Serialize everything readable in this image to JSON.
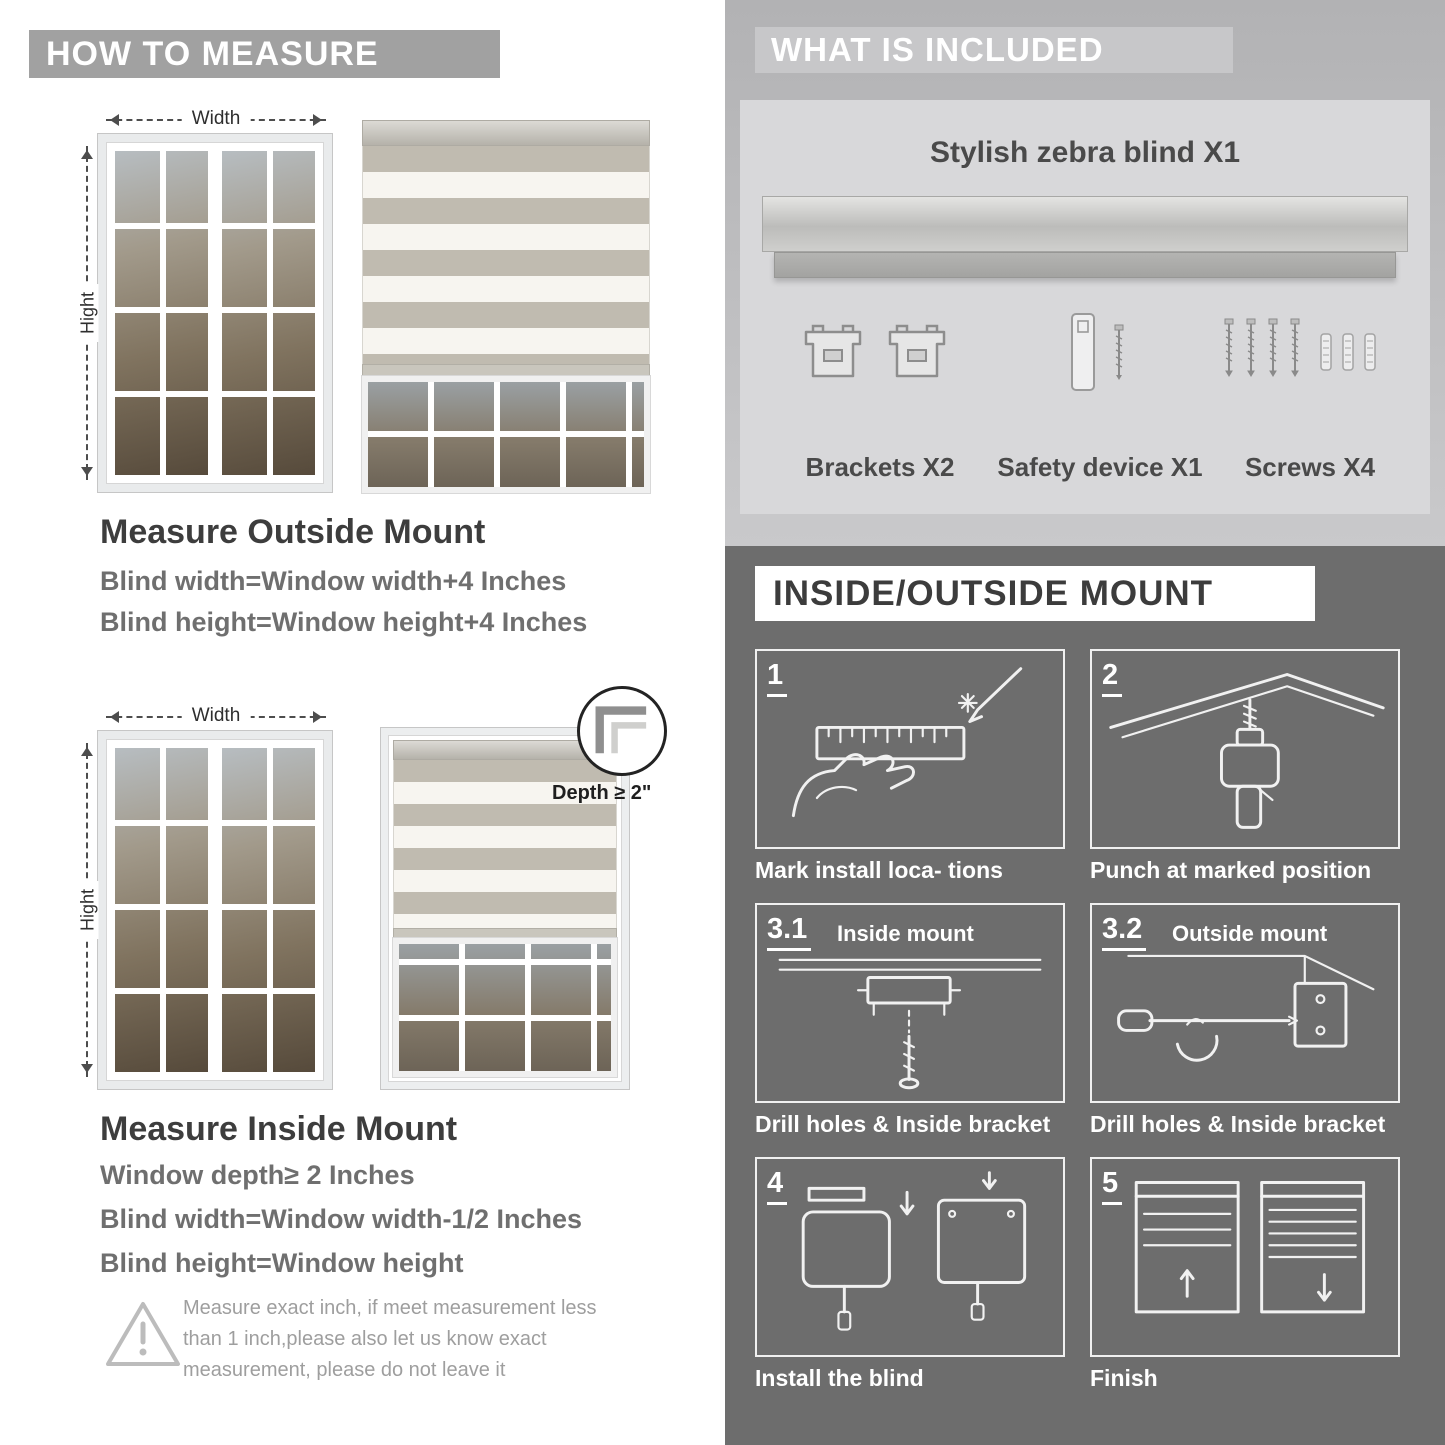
{
  "left": {
    "banner": "HOW TO MEASURE",
    "outside": {
      "width_label": "Width",
      "height_label": "Hight",
      "title": "Measure Outside Mount",
      "lines": [
        "Blind width=Window width+4 Inches",
        "Blind height=Window height+4 Inches"
      ]
    },
    "inside": {
      "width_label": "Width",
      "height_label": "Hight",
      "depth_label": "Depth ≥ 2\"",
      "title": "Measure Inside Mount",
      "lines": [
        "Window depth≥ 2 Inches",
        "Blind width=Window width-1/2 Inches",
        "Blind height=Window height"
      ]
    },
    "note": "Measure exact inch, if meet measurement less than 1 inch,please also let us know exact measurement, please do not leave it"
  },
  "included": {
    "banner": "WHAT IS INCLUDED",
    "product_label": "Stylish zebra blind X1",
    "items": [
      {
        "label": "Brackets X2"
      },
      {
        "label": "Safety device X1"
      },
      {
        "label": "Screws X4"
      }
    ]
  },
  "mount": {
    "banner": "INSIDE/OUTSIDE MOUNT",
    "steps": [
      {
        "num": "1",
        "caption": "Mark install loca- tions"
      },
      {
        "num": "2",
        "caption": "Punch at  marked position"
      },
      {
        "num": "3.1",
        "label": "Inside mount",
        "caption": "Drill holes &  Inside bracket"
      },
      {
        "num": "3.2",
        "label": "Outside mount",
        "caption": "Drill holes &  Inside bracket"
      },
      {
        "num": "4",
        "caption": "Install the blind"
      },
      {
        "num": "5",
        "caption": "Finish"
      }
    ]
  }
}
